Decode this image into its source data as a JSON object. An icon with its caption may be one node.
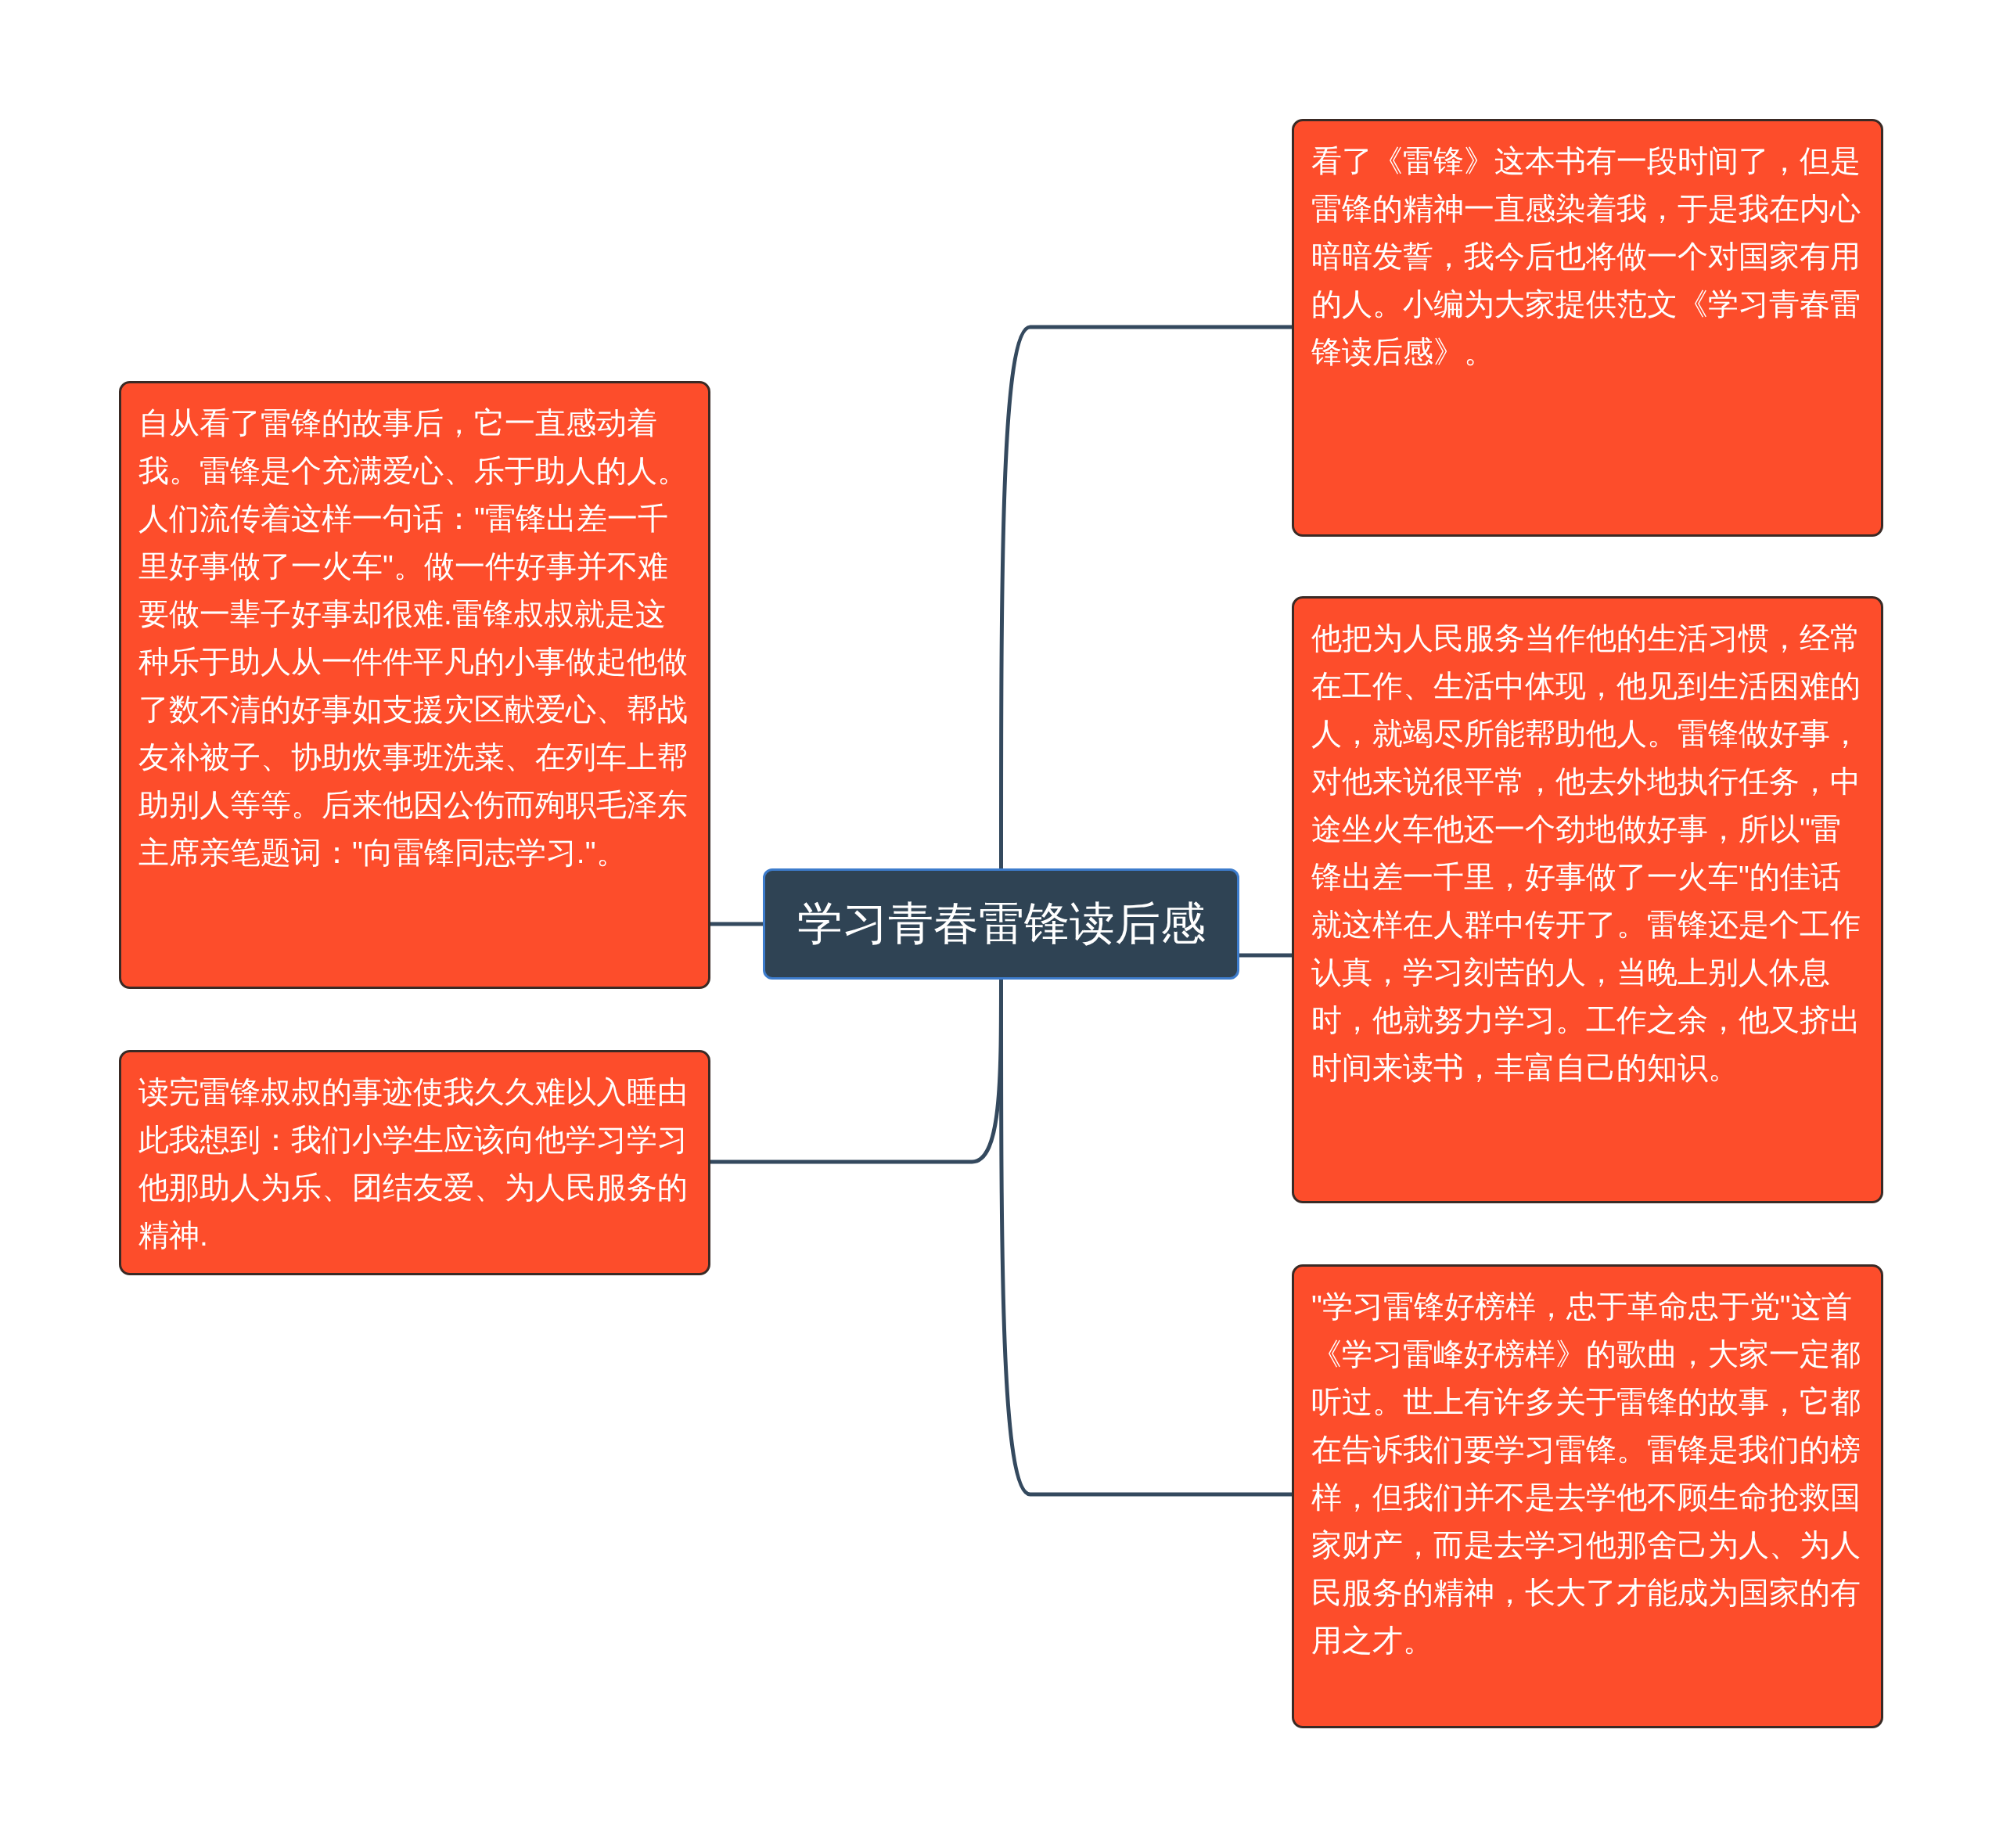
{
  "diagram": {
    "nodes": [
      {
        "text": [
          "学习青春雷锋读后感"
        ]
      },
      {
        "text": [
          "自从看了雷锋的故事后，它一直感动着我。雷锋是个充满爱心、乐于助人的人。人们流传着这样一句话：\"雷锋出差一千里好事做了一火车\"。做一件好事并不难要做一辈子好事却很难.雷锋叔叔就是这种乐于助人从一件件平凡的小事做起他做了数不清的好事如支援灾区献爱心、帮战友补被子、协助炊事班洗菜、在列车上帮助别人等等。后来他因公伤而殉职毛泽东主席亲笔题词：\"向雷锋同志学习.\"。"
        ]
      },
      {
        "text": [
          "读完雷锋叔叔的事迹使我久久难以入睡由此我想到：我们小学生应该向他学习学习他那助人为乐、团结友爱、为人民服务的精神."
        ]
      },
      {
        "text": [
          "看了《雷锋》这本书有一段时间了，但是雷锋的精神一直感染着我，于是我在内心暗暗发誓，我今后也将做一个对国家有用的人。小编为大家提供范文《学习青春雷锋读后感》。"
        ]
      },
      {
        "text": [
          "他把为人民服务当作他的生活习惯，经常在工作、生活中体现，他见到生活困难的人，就竭尽所能帮助他人。雷锋做好事，对他来说很平常，他去外地执行任务，中途坐火车他还一个劲地做好事，所以\"雷锋出差一千里，好事做了一火车\"的佳话就这样在人群中传开了。雷锋还是个工作认真，学习刻苦的人，当晚上别人休息时，他就努力学习。工作之余，他又挤出时间来读书，丰富自己的知识。"
        ]
      },
      {
        "text": [
          "\"学习雷锋好榜样，忠于革命忠于党\"这首《学习雷峰好榜样》的歌曲，大家一定都听过。世上有许多关于雷锋的故事，它都在告诉我们要学习雷锋。雷锋是我们的榜样，但我们并不是去学他不顾生命抢救国家财产，而是去学习他那舍己为人、为人民服务的精神，长大了才能成为国家的有用之才。"
        ]
      }
    ],
    "edges": [
      {
        "from": 0,
        "to": 1,
        "arrow": "none"
      },
      {
        "from": 0,
        "to": 2,
        "arrow": "none"
      },
      {
        "from": 0,
        "to": 3,
        "arrow": "none"
      },
      {
        "from": 0,
        "to": 4,
        "arrow": "none"
      },
      {
        "from": 0,
        "to": 5,
        "arrow": "none"
      }
    ]
  }
}
